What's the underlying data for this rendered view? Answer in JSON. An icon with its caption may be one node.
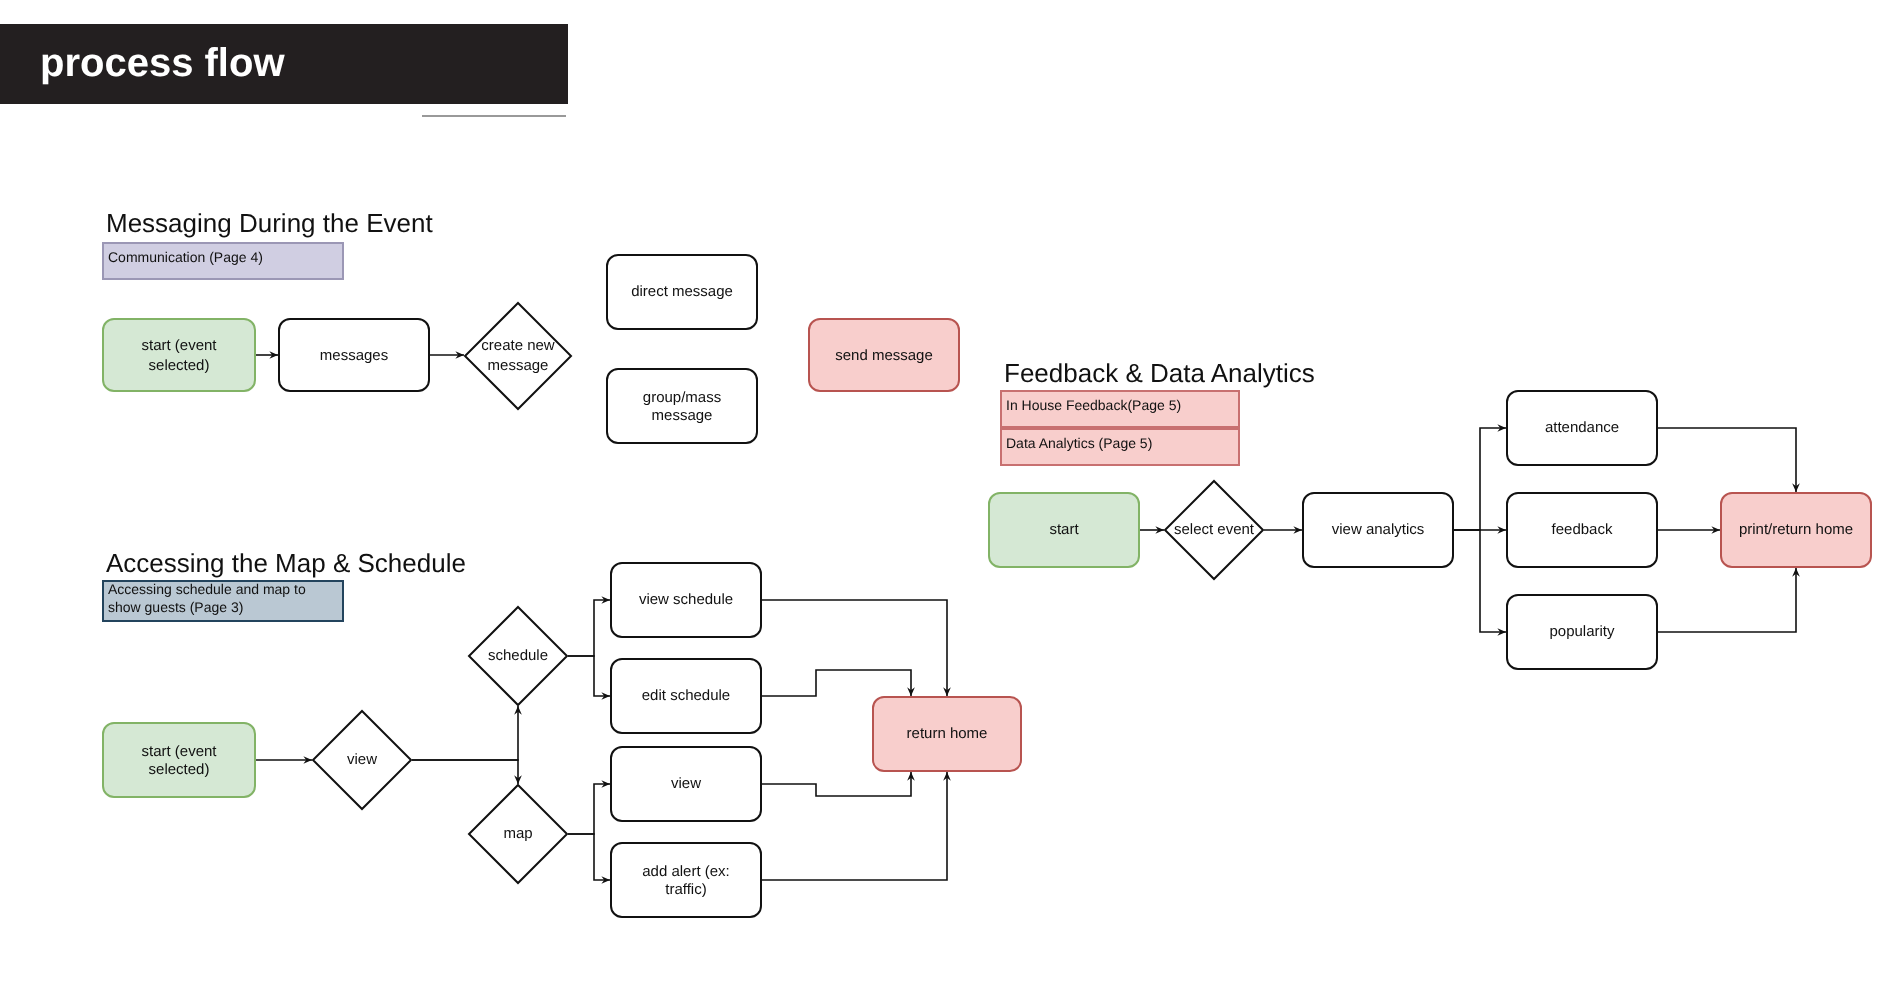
{
  "diagram": {
    "title": "process flow",
    "nodes": [
      {
        "text": [
          "Communication (Page 4)"
        ]
      },
      {
        "text": [
          "start (event selected)"
        ]
      },
      {
        "text": [
          "messages"
        ]
      },
      {
        "text": [
          "create new message"
        ]
      },
      {
        "text": [
          "direct message"
        ]
      },
      {
        "text": [
          "group/mass message"
        ]
      },
      {
        "text": [
          "send message"
        ]
      },
      {
        "text": [
          "Accessing schedule and map to show guests (Page 3)"
        ]
      },
      {
        "text": [
          "start (event selected)"
        ]
      },
      {
        "text": [
          "view"
        ]
      },
      {
        "text": [
          "schedule"
        ]
      },
      {
        "text": [
          "map"
        ]
      },
      {
        "text": [
          "view schedule"
        ]
      },
      {
        "text": [
          "edit schedule"
        ]
      },
      {
        "text": [
          "view"
        ]
      },
      {
        "text": [
          "add alert (ex: traffic)"
        ]
      },
      {
        "text": [
          "return home"
        ]
      },
      {
        "text": [
          "In House Feedback(Page 5)"
        ]
      },
      {
        "text": [
          "Data Analytics (Page 5)"
        ]
      },
      {
        "text": [
          "start"
        ]
      },
      {
        "text": [
          "select event"
        ]
      },
      {
        "text": [
          "view analytics"
        ]
      },
      {
        "text": [
          "attendance"
        ]
      },
      {
        "text": [
          "feedback"
        ]
      },
      {
        "text": [
          "popularity"
        ]
      },
      {
        "text": [
          "print/return home"
        ]
      }
    ],
    "edges": [
      {
        "from": 1,
        "to": 2,
        "arrow": "to"
      },
      {
        "from": 2,
        "to": 3,
        "arrow": "to"
      },
      {
        "from": 8,
        "to": 9,
        "arrow": "to"
      },
      {
        "from": 9,
        "to": 10,
        "arrow": "to"
      },
      {
        "from": 9,
        "to": 11,
        "arrow": "to"
      },
      {
        "from": 10,
        "to": 12,
        "arrow": "to"
      },
      {
        "from": 10,
        "to": 13,
        "arrow": "to"
      },
      {
        "from": 11,
        "to": 14,
        "arrow": "to"
      },
      {
        "from": 11,
        "to": 15,
        "arrow": "to"
      },
      {
        "from": 12,
        "to": 16,
        "arrow": "to"
      },
      {
        "from": 13,
        "to": 16,
        "arrow": "to"
      },
      {
        "from": 14,
        "to": 16,
        "arrow": "to"
      },
      {
        "from": 15,
        "to": 16,
        "arrow": "to"
      },
      {
        "from": 19,
        "to": 20,
        "arrow": "to"
      },
      {
        "from": 20,
        "to": 21,
        "arrow": "to"
      },
      {
        "from": 21,
        "to": 22,
        "arrow": "to"
      },
      {
        "from": 21,
        "to": 23,
        "arrow": "to"
      },
      {
        "from": 21,
        "to": 24,
        "arrow": "to"
      },
      {
        "from": 22,
        "to": 25,
        "arrow": "to"
      },
      {
        "from": 23,
        "to": 25,
        "arrow": "to"
      },
      {
        "from": 24,
        "to": 25,
        "arrow": "to"
      }
    ],
    "labels": [
      "Messaging During the Event",
      "Accessing the Map & Schedule",
      "Feedback & Data Analytics"
    ]
  }
}
